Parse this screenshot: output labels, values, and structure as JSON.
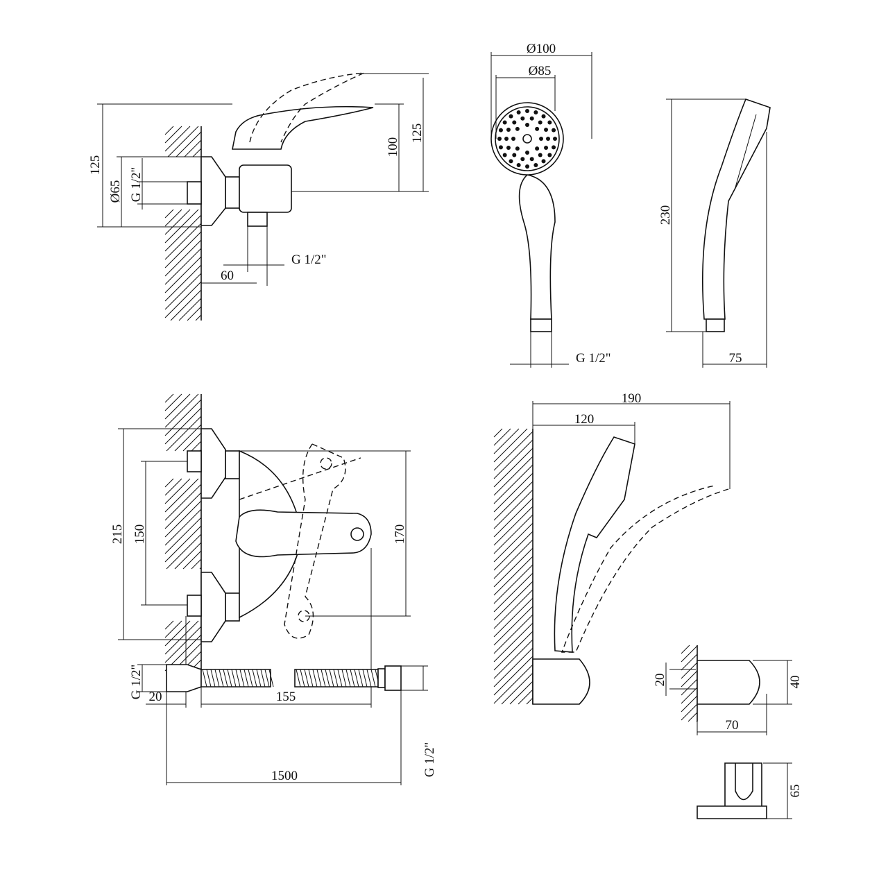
{
  "faucet_side_view": {
    "height_total": "125",
    "height_right": "125",
    "spout_height": "100",
    "flange_diameter": "Ø65",
    "inlet_thread": "G 1/2\"",
    "outlet_thread": "G 1/2\"",
    "outlet_offset": "60"
  },
  "shower_head_front": {
    "outer_diameter": "Ø100",
    "face_diameter": "Ø85",
    "thread": "G 1/2\""
  },
  "shower_head_side": {
    "length": "230",
    "width": "75"
  },
  "faucet_top_view": {
    "height_total": "215",
    "inlet_spacing": "150",
    "lever_span": "170",
    "wall_offset": "20",
    "projection": "155"
  },
  "shower_with_holder": {
    "reach_total": "190",
    "reach_head": "120"
  },
  "wall_bracket": {
    "screw_spacing": "20",
    "height": "40",
    "depth": "70",
    "front_height": "65"
  },
  "hose": {
    "length": "1500",
    "thread_left": "G 1/2\"",
    "thread_right": "G 1/2\""
  },
  "colors": {
    "line": "#111111",
    "background": "#ffffff"
  }
}
